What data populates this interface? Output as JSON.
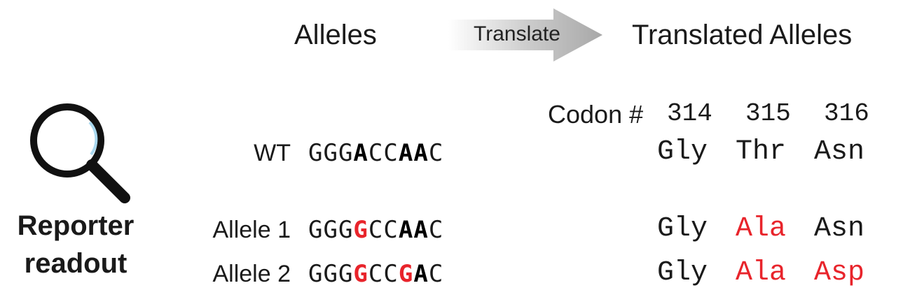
{
  "header": {
    "alleles_title": "Alleles",
    "arrow_label": "Translate",
    "translated_title": "Translated Alleles"
  },
  "codon": {
    "label": "Codon #",
    "numbers": [
      "314",
      "315",
      "316"
    ]
  },
  "rows": [
    {
      "label": "WT",
      "sequence": [
        {
          "t": "GGG",
          "s": "n"
        },
        {
          "t": "A",
          "s": "b"
        },
        {
          "t": "CC",
          "s": "n"
        },
        {
          "t": "AA",
          "s": "b"
        },
        {
          "t": "C",
          "s": "n"
        }
      ],
      "amino_acids": [
        {
          "t": "Gly",
          "mut": false
        },
        {
          "t": "Thr",
          "mut": false
        },
        {
          "t": "Asn",
          "mut": false
        }
      ]
    },
    {
      "label": "Allele 1",
      "sequence": [
        {
          "t": "GGG",
          "s": "n"
        },
        {
          "t": "G",
          "s": "r"
        },
        {
          "t": "CC",
          "s": "n"
        },
        {
          "t": "AA",
          "s": "b"
        },
        {
          "t": "C",
          "s": "n"
        }
      ],
      "amino_acids": [
        {
          "t": "Gly",
          "mut": false
        },
        {
          "t": "Ala",
          "mut": true
        },
        {
          "t": "Asn",
          "mut": false
        }
      ]
    },
    {
      "label": "Allele 2",
      "sequence": [
        {
          "t": "GGG",
          "s": "n"
        },
        {
          "t": "G",
          "s": "r"
        },
        {
          "t": "CC",
          "s": "n"
        },
        {
          "t": "G",
          "s": "r"
        },
        {
          "t": "A",
          "s": "b"
        },
        {
          "t": "C",
          "s": "n"
        }
      ],
      "amino_acids": [
        {
          "t": "Gly",
          "mut": false
        },
        {
          "t": "Ala",
          "mut": true
        },
        {
          "t": "Asp",
          "mut": true
        }
      ]
    }
  ],
  "reporter": {
    "line1": "Reporter",
    "line2": "readout",
    "icon": "magnifier-icon"
  },
  "colors": {
    "mutation": "#e8242b",
    "text": "#1a1a1a",
    "arrow": "#aaaaaa"
  }
}
